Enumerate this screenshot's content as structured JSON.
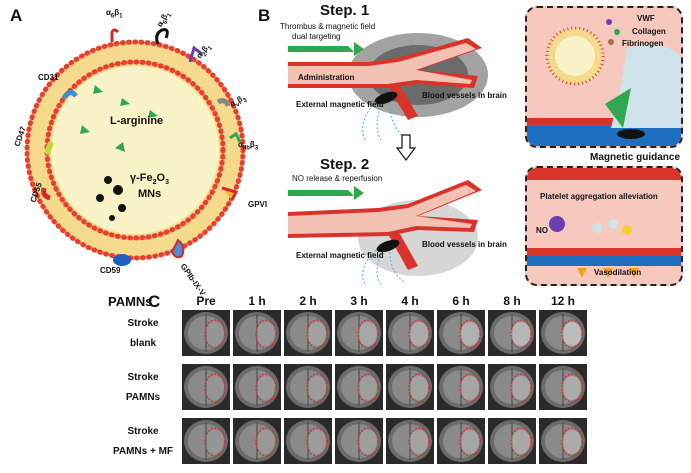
{
  "panels": {
    "a": "A",
    "b": "B",
    "c": "C"
  },
  "panel_a": {
    "title": "PAMNs",
    "core_text_1": "L-arginine",
    "core_text_2": "γ-Fe",
    "core_text_2_sub": "2",
    "core_text_2b": "O",
    "core_text_2b_sub": "3",
    "core_text_3": "MNs",
    "receptors": {
      "cd31": "CD31",
      "cd47": "CD47",
      "cd55": "CD55",
      "cd59": "CD59",
      "gpvi": "GPVI",
      "gpib": "GPIb-IX-V",
      "a6b1": "α",
      "a6b1_sub1": "6",
      "a6b1_b": "β",
      "a6b1_sub2": "1",
      "a5b1": "α",
      "a5b1_sub1": "5",
      "a5b1_b": "β",
      "a5b1_sub2": "1",
      "a2b1": "α",
      "a2b1_sub1": "2",
      "a2b1_b": "β",
      "a2b1_sub2": "1",
      "avb3": "α",
      "avb3_sub1": "v",
      "avb3_b": "β",
      "avb3_sub2": "3",
      "aiib3": "α",
      "aiib3_sub1": "IIb",
      "aiib3_b": "β",
      "aiib3_sub2": "3"
    }
  },
  "panel_b": {
    "step1": "Step. 1",
    "step2": "Step. 2",
    "thrombus_line1": "Thrombus & magnetic field",
    "thrombus_line2": "dual targeting",
    "administration": "Administration",
    "ext_field_1": "External magnetic field",
    "vessels_1": "Blood vessels in brain",
    "no_release": "NO release & reperfusion",
    "ext_field_2": "External magnetic field",
    "vessels_2": "Blood vessels in brain",
    "legend_vwf": "VWF",
    "legend_collagen": "Collagen",
    "legend_fibrinogen": "Fibrinogen",
    "magnetic_guidance": "Magnetic guidance",
    "platelet_alleviation": "Platelet aggregation alleviation",
    "no_label": "NO",
    "vasodilation": "Vasodilation"
  },
  "panel_c": {
    "times": [
      "Pre",
      "1 h",
      "2 h",
      "3 h",
      "4 h",
      "6 h",
      "8 h",
      "12 h"
    ],
    "rows": [
      {
        "line1": "Stroke",
        "line2": "blank"
      },
      {
        "line1": "Stroke",
        "line2": "PAMNs"
      },
      {
        "line1": "Stroke",
        "line2": "PAMNs + MF"
      }
    ]
  },
  "colors": {
    "vessel_red": "#d9332b",
    "vessel_pink": "#f4c2b5",
    "membrane_dot": "#e8402f",
    "membrane_fill": "#f5d98c",
    "core_fill": "#fbf3c8",
    "arrow_green": "#2fa84f",
    "dashed_ellipse": "#d62a2a"
  }
}
